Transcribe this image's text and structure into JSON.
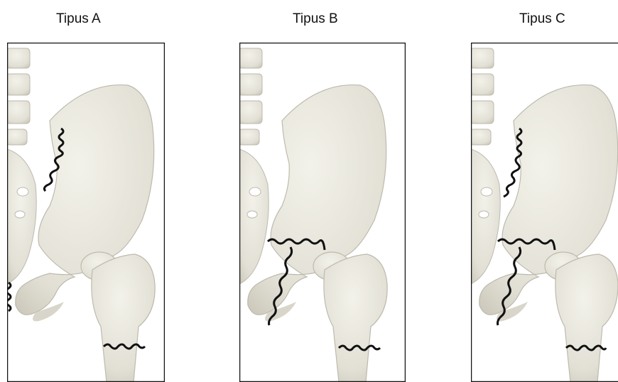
{
  "panels": [
    {
      "label": "Tipus A"
    },
    {
      "label": "Tipus B"
    },
    {
      "label": "Tipus C"
    }
  ],
  "colors": {
    "bone": "#ecebe2",
    "bone_shade": "#cfcdc1",
    "bone_dark": "#b9b6a9",
    "fracture_line": "#111111",
    "frame": "#111111"
  }
}
